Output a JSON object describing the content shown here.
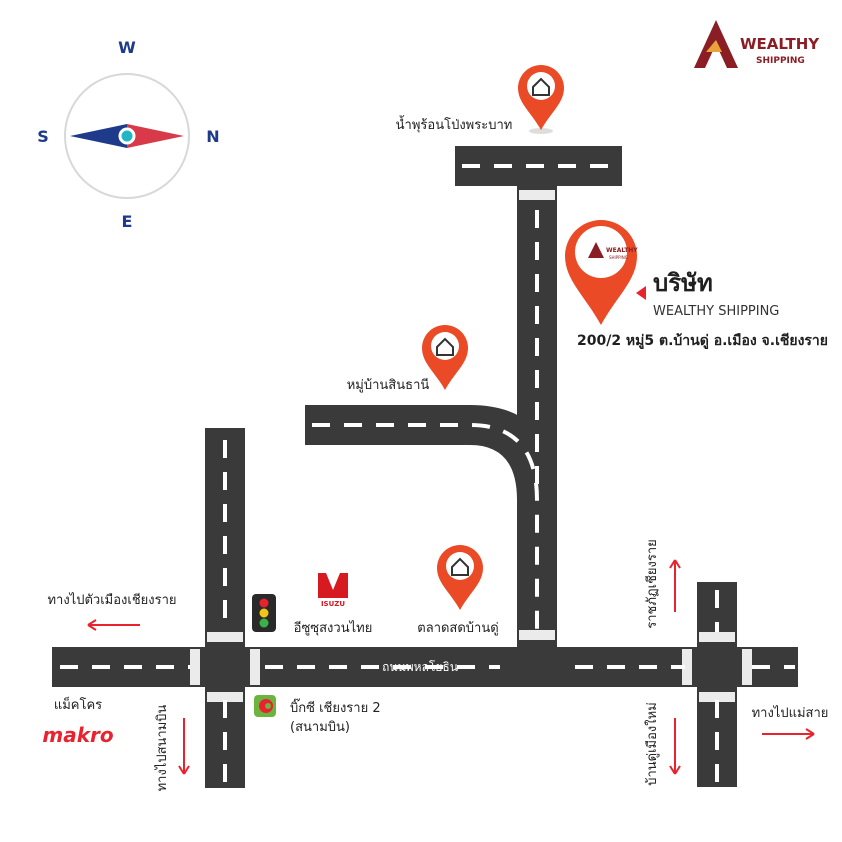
{
  "brand": {
    "name": "WEALTHY",
    "sub": "SHIPPING",
    "color": "#8b1e24"
  },
  "compass": {
    "top": "W",
    "right": "N",
    "bottom": "E",
    "left": "S"
  },
  "company": {
    "title": "บริษัท",
    "name": "WEALTHY SHIPPING",
    "address": "200/2 หมู่5 ต.บ้านดู่ อ.เมือง จ.เชียงราย",
    "pin_brand": "WEALTHY",
    "pin_sub": "SHIPPING"
  },
  "landmarks": {
    "hot_spring": "น้ำพุร้อนโป่งพระบาท",
    "village": "หมู่บ้านสินธานี",
    "market": "ตลาดสดบ้านดู่",
    "isuzu": "อีซูซุสงวนไทย",
    "isuzu_logo": "ISUZU",
    "bigc_line1": "บิ๊กซี เชียงราย 2",
    "bigc_line2": "(สนามบิน)",
    "makro": "แม็คโคร",
    "makro_logo": "makro"
  },
  "roads": {
    "main": "ถนนพหลโยธิน"
  },
  "directions": {
    "to_city": "ทางไปตัวเมืองเชียงราย",
    "to_airport": "ทางไปสนามบิน",
    "rajabhat": "ราชภัฏเชียงราย",
    "ban_du_mai": "บ้านดู่เมืองใหม่",
    "to_mae_sai": "ทางไปแม่สาย"
  },
  "colors": {
    "road": "#3a3a3a",
    "pin": "#ea4b26",
    "accent_red": "#e8232e",
    "compass_blue": "#1e3a8a"
  }
}
